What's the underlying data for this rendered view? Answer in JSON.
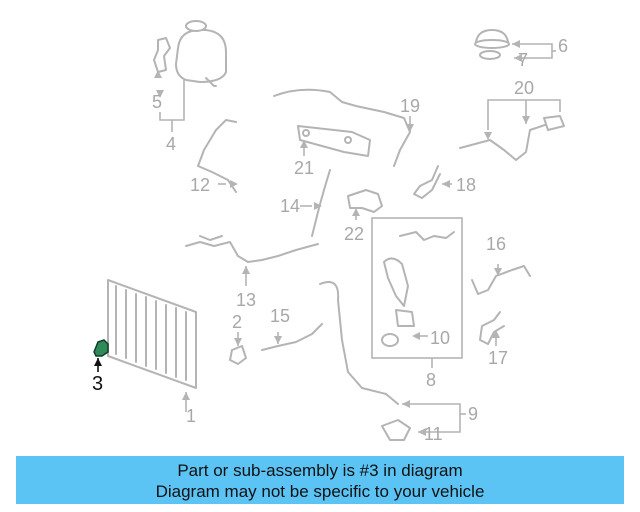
{
  "diagram": {
    "labels": [
      "1",
      "2",
      "3",
      "4",
      "5",
      "6",
      "7",
      "8",
      "9",
      "10",
      "11",
      "12",
      "13",
      "14",
      "15",
      "16",
      "17",
      "18",
      "19",
      "20",
      "21",
      "22"
    ],
    "highlight_label": "3",
    "highlight_color": "#2e8b57",
    "part_color": "#b4b4b4"
  },
  "banner": {
    "line1": "Part or sub-assembly is #3 in diagram",
    "line2": "Diagram may not be specific to your vehicle",
    "background": "#5bc4f5"
  }
}
